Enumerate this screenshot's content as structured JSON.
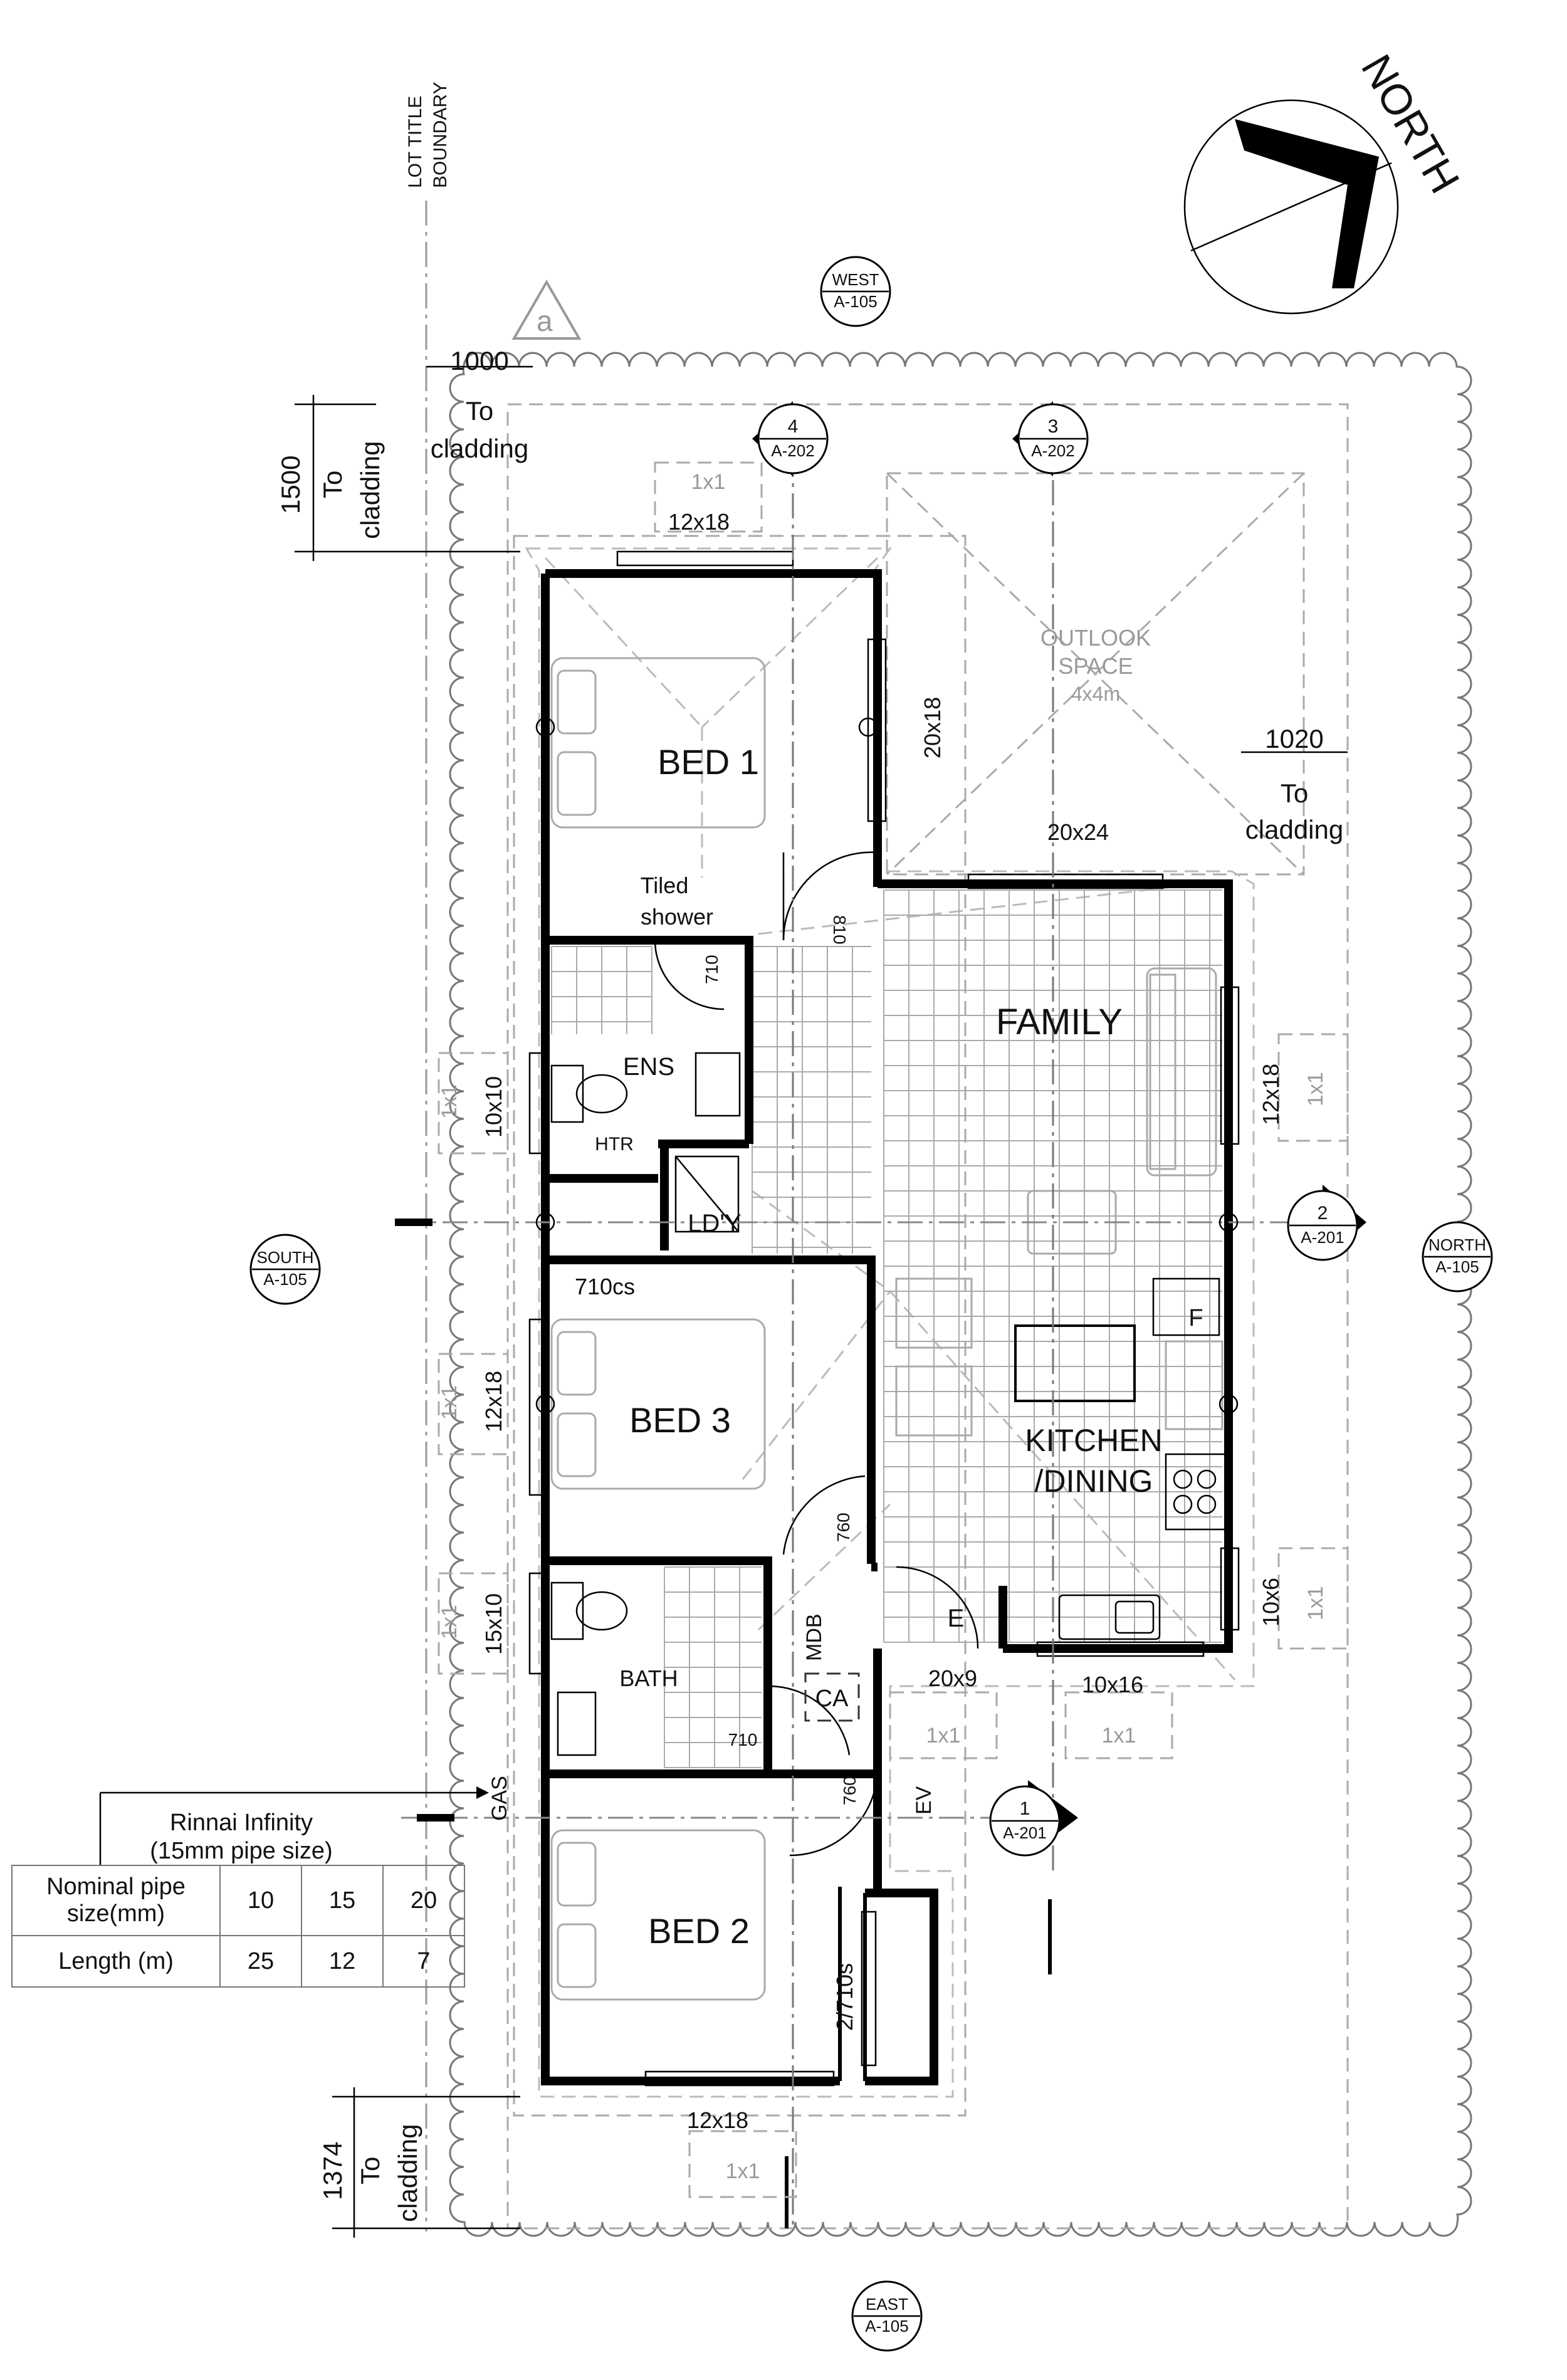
{
  "north": "NORTH",
  "lot_boundary": [
    "LOT TITLE",
    "BOUNDARY"
  ],
  "revision_mark": "a",
  "rooms": {
    "bed1": "BED 1",
    "bed2": "BED 2",
    "bed3": "BED 3",
    "family": "FAMILY",
    "kitchen": [
      "KITCHEN",
      "/DINING"
    ],
    "ens": "ENS",
    "bath": "BATH",
    "laundry": "LD'Y",
    "htr": "HTR",
    "entry": "E",
    "fridge": "F",
    "mdb": "MDB",
    "ca": "CA",
    "ev": "EV",
    "gas": "GAS"
  },
  "notes": {
    "tiled_shower": [
      "Tiled",
      "shower"
    ],
    "outlook": [
      "OUTLOOK",
      "SPACE",
      "4x4m"
    ]
  },
  "dimensions": {
    "d1000": "1000",
    "d1500": "1500",
    "d1020": "1020",
    "d1374": "1374",
    "to_cladding": [
      "To",
      "cladding"
    ]
  },
  "window_labels": {
    "w_bed1_top": "12x18",
    "w_bed1_side": "20x18",
    "w_family_top": "20x24",
    "w_family_side": "12x18",
    "w_ens": "10x10",
    "w_bed3": "12x18",
    "w_bath": "15x10",
    "w_kitchen_side": "10x6",
    "w_entry": "20x9",
    "w_kitchen_bottom": "10x16",
    "w_bed2_bottom": "12x18",
    "w_bed2_robe": "2/710s",
    "w_lin": "710cs",
    "one_by_one": "1x1"
  },
  "door_labels": {
    "d810": "810",
    "d710a": "710",
    "d760a": "760",
    "d710b": "710",
    "d760b": "760"
  },
  "section_markers": {
    "west": {
      "dir": "WEST",
      "ref": "A-105"
    },
    "south": {
      "dir": "SOUTH",
      "ref": "A-105"
    },
    "north": {
      "dir": "NORTH",
      "ref": "A-105"
    },
    "east": {
      "dir": "EAST",
      "ref": "A-105"
    },
    "s4": {
      "num": "4",
      "ref": "A-202"
    },
    "s3": {
      "num": "3",
      "ref": "A-202"
    },
    "s2": {
      "num": "2",
      "ref": "A-201"
    },
    "s1": {
      "num": "1",
      "ref": "A-201"
    }
  },
  "rinnai": {
    "title": "Rinnai Infinity",
    "subtitle": "(15mm pipe size)",
    "rows": [
      [
        "Nominal pipe\nsize(mm)",
        "10",
        "15",
        "20"
      ],
      [
        "Length (m)",
        "25",
        "12",
        "7"
      ]
    ]
  }
}
